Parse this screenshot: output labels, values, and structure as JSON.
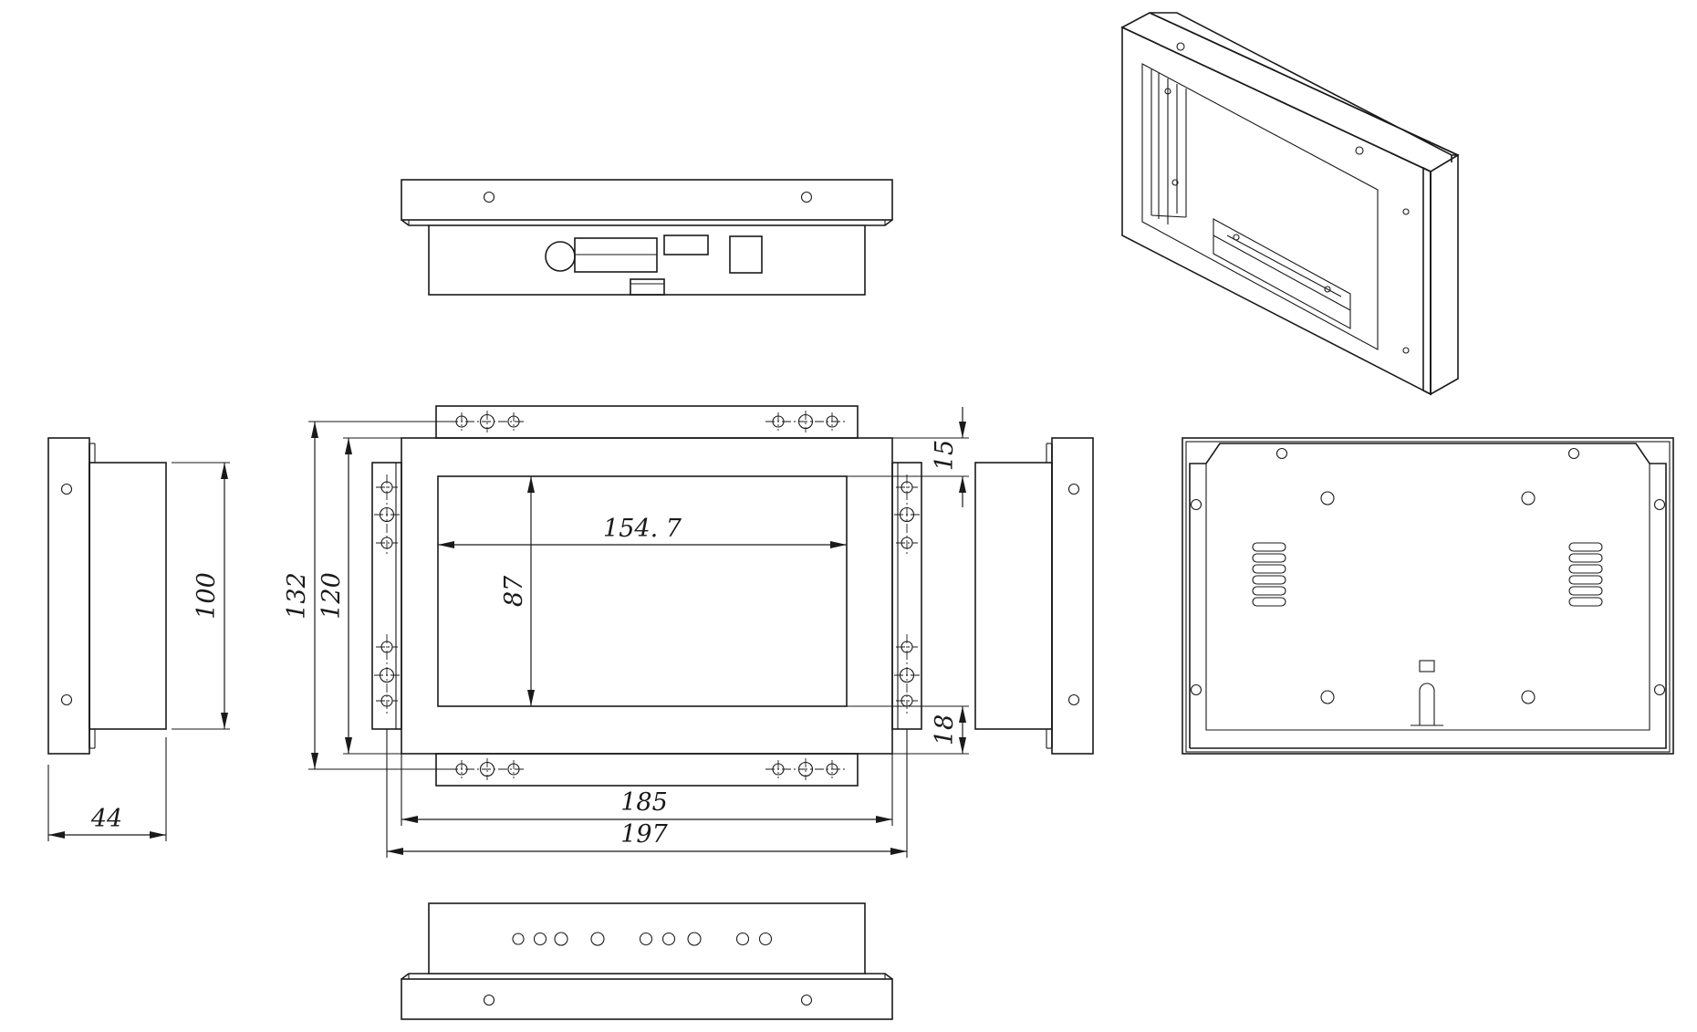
{
  "colors": {
    "line": "#1a1a1a",
    "background": "#ffffff"
  },
  "dimensions": {
    "depth": "44",
    "side_height": "100",
    "overall_height": "132",
    "frame_height": "120",
    "screen_height": "87",
    "screen_width": "154. 7",
    "top_margin": "15",
    "bottom_margin": "18",
    "frame_width": "185",
    "overall_width": "197"
  }
}
